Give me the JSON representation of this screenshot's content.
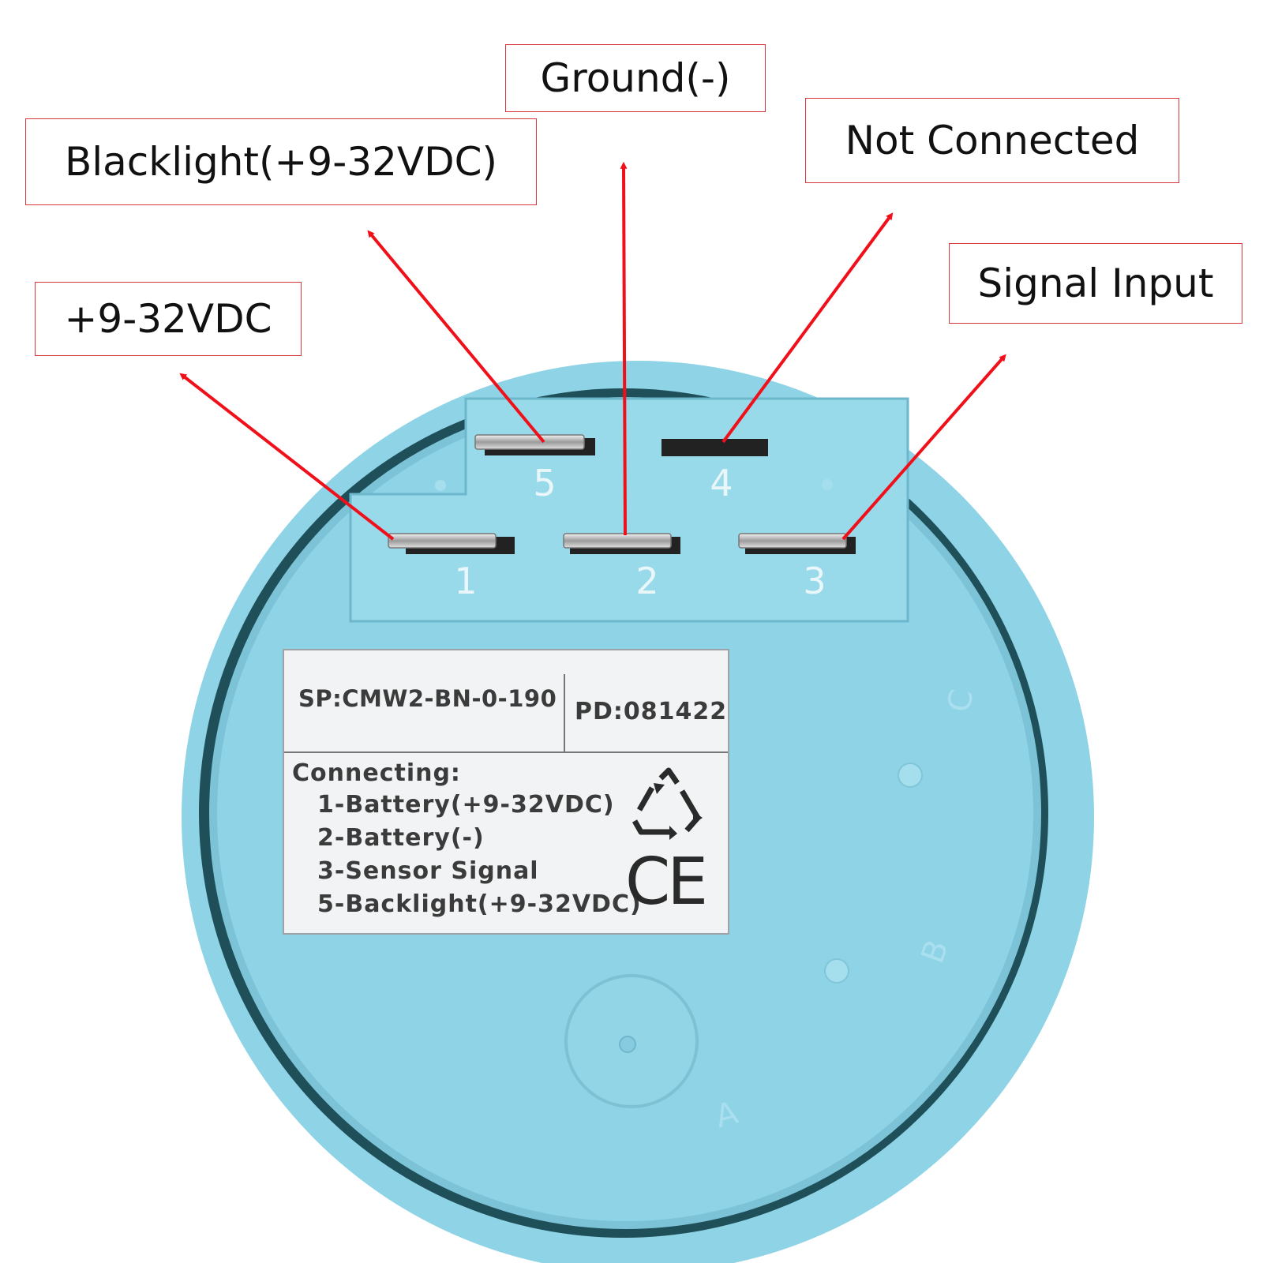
{
  "callouts": {
    "backlight": "Blacklight(+9-32VDC)",
    "ground": "Ground(-)",
    "not_connected": "Not Connected",
    "signal_input": "Signal Input",
    "power": "+9-32VDC"
  },
  "pins": [
    "1",
    "2",
    "3",
    "4",
    "5"
  ],
  "mold_marks": [
    "A",
    "B",
    "C"
  ],
  "label": {
    "sp": "SP:CMW2-BN-0-190",
    "pd": "PD:081422",
    "connecting_title": "Connecting:",
    "lines": [
      "1-Battery(+9-32VDC)",
      "2-Battery(-)",
      "3-Sensor Signal",
      "5-Backlight(+9-32VDC)"
    ],
    "ce_mark": "CE"
  },
  "icons": [
    "recycle-icon"
  ],
  "colors": {
    "housing": "#8fd3e6",
    "arrow": "#f0101a",
    "callout_border": "#d9363e"
  }
}
